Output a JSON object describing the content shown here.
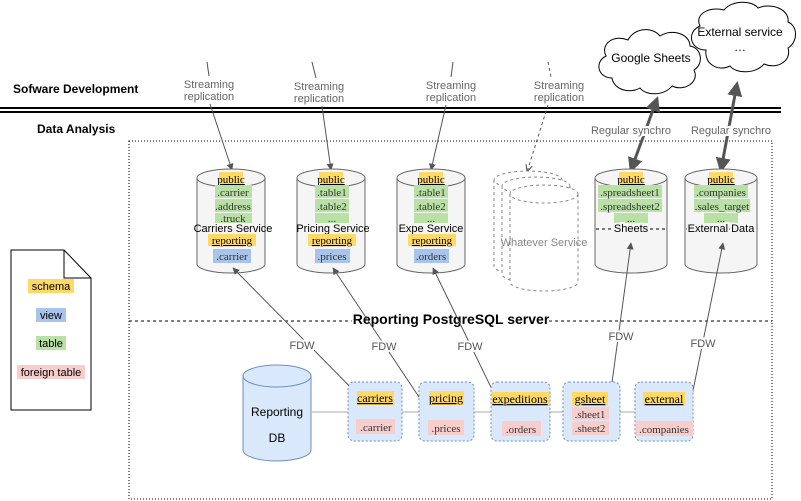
{
  "labels": {
    "software_development": "Sofware Development",
    "data_analysis": "Data Analysis",
    "reporting_server": "Reporting PostgreSQL server",
    "streaming_1": "Streaming",
    "streaming_2": "replication",
    "regular_synchro": "Regular synchro",
    "fdw": "FDW"
  },
  "clouds": {
    "google": "Google Sheets",
    "external_line1": "External service",
    "external_line2": "…"
  },
  "legend": {
    "schema": "schema",
    "view": "view",
    "table": "table",
    "foreign_table": "foreign table"
  },
  "services": {
    "carriers": {
      "name": "Carriers Service",
      "public": "public",
      "t1": ".carrier",
      "t2": ".address",
      "t3": ".truck",
      "reporting": "reporting",
      "view": ".carrier"
    },
    "pricing": {
      "name": "Pricing Service",
      "public": "public",
      "t1": ".table1",
      "t2": ".table2",
      "t3": "...",
      "reporting": "reporting",
      "view": ".prices"
    },
    "expe": {
      "name": "Expe Service",
      "public": "public",
      "t1": ".table1",
      "t2": ".table2",
      "t3": "...",
      "reporting": "reporting",
      "view": ".orders"
    },
    "whatever": {
      "name": "Whatever Service"
    },
    "sheets": {
      "name": "Sheets",
      "public": "public",
      "t1": ".spreadsheet1",
      "t2": ".spreadsheet2",
      "t3": "..."
    },
    "external": {
      "name": "External Data",
      "public": "public",
      "t1": ".companies",
      "t2": ".sales_target",
      "t3": "..."
    }
  },
  "reporting_db": {
    "line1": "Reporting",
    "line2": "DB"
  },
  "schemas": {
    "carriers": {
      "name": "carriers",
      "ft1": ".carrier"
    },
    "pricing": {
      "name": "pricing",
      "ft1": ".prices"
    },
    "expeditions": {
      "name": "expeditions",
      "ft1": ".orders"
    },
    "gsheet": {
      "name": "gsheet",
      "ft1": ".sheet1",
      "ft2": ".sheet2"
    },
    "external": {
      "name": "external",
      "ft1": ".companies"
    }
  },
  "colors": {
    "schema": "#ffd966",
    "view": "#a9c4eb",
    "table": "#b9e0a5",
    "foreign_table": "#f8cecc",
    "db_fill": "#dae8fc",
    "db_stroke": "#6c8ebf",
    "cyl_fill": "#f5f5f5",
    "cyl_stroke": "#666666",
    "line": "#666666"
  }
}
